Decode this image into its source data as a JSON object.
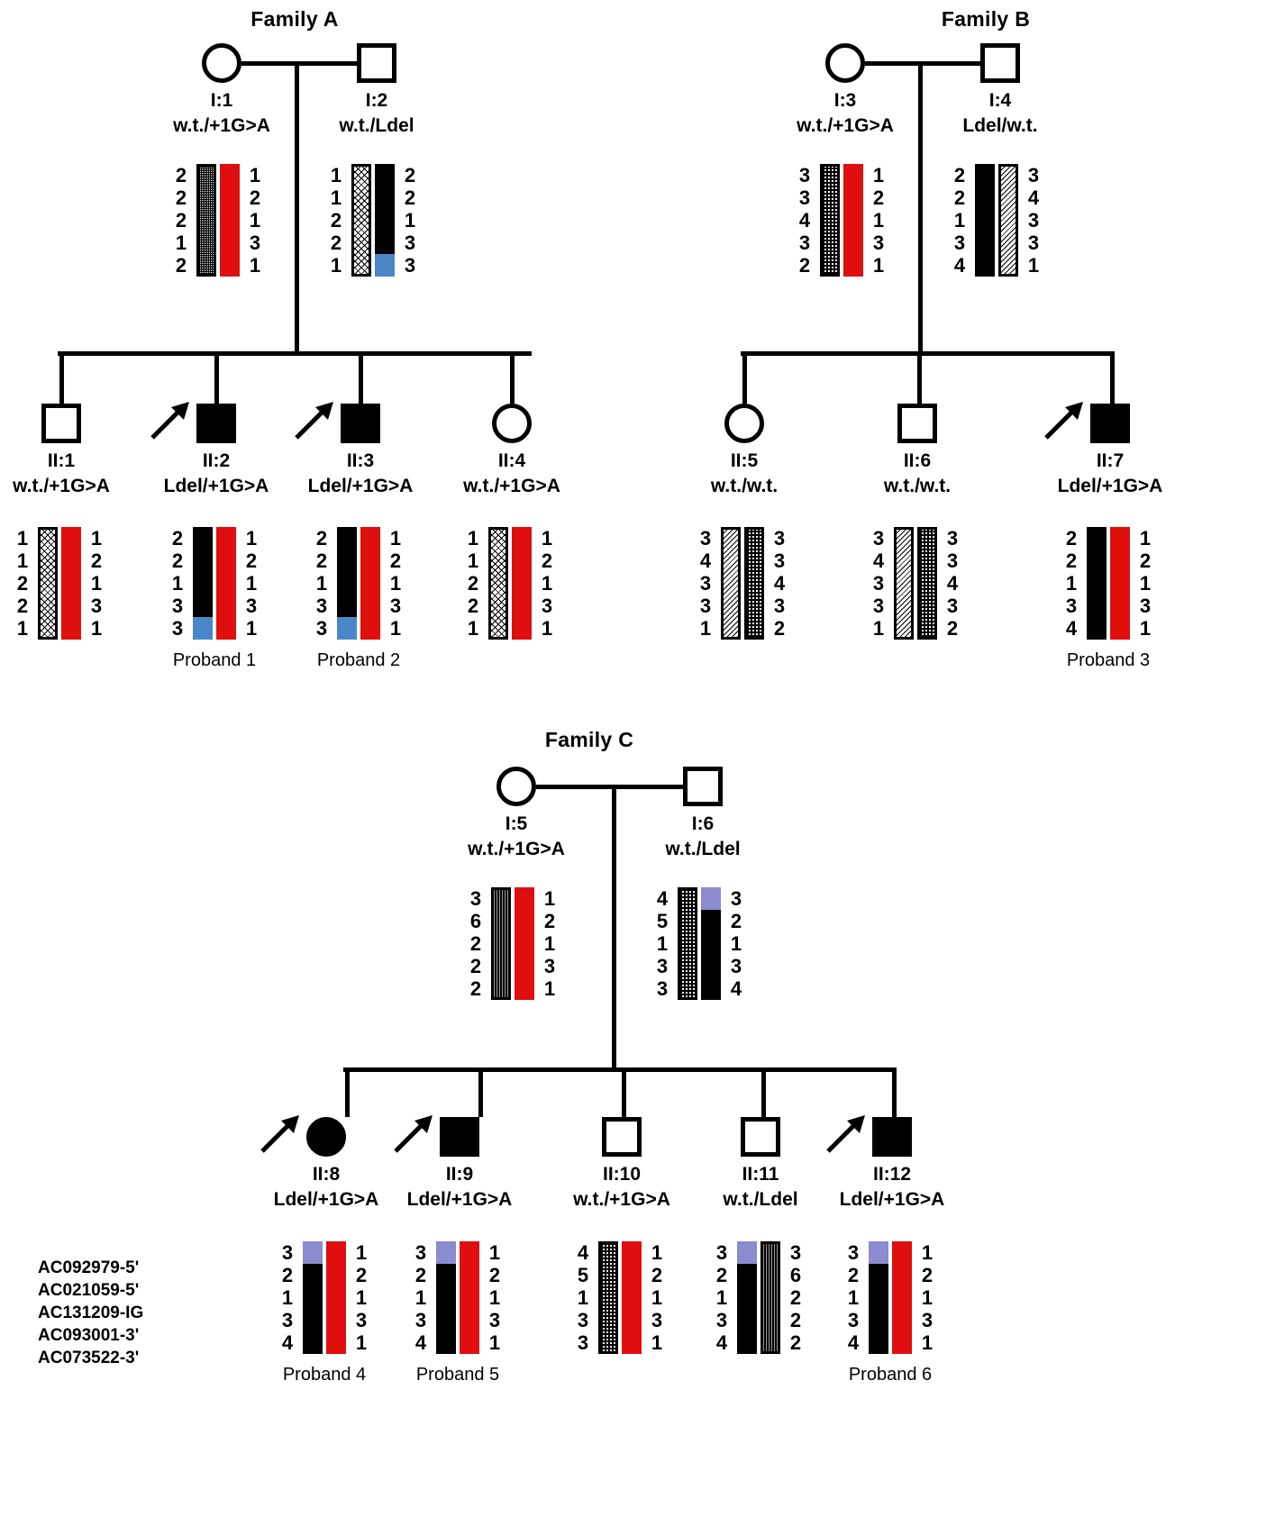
{
  "markers": [
    "AC092979-5'",
    "AC021059-5'",
    "AC131209-IG",
    "AC093001-3'",
    "AC073522-3'"
  ],
  "families": [
    {
      "title": "Family A",
      "generation1": [
        {
          "id": "I:1",
          "sex": "female",
          "affected": false,
          "genotype": "w.t./+1G>A",
          "left_alleles": [
            "2",
            "2",
            "2",
            "1",
            "2"
          ],
          "right_alleles": [
            "1",
            "2",
            "1",
            "3",
            "1"
          ],
          "left_bar": "dotted",
          "right_bar": "red"
        },
        {
          "id": "I:2",
          "sex": "male",
          "affected": false,
          "genotype": "w.t./Ldel",
          "left_alleles": [
            "1",
            "1",
            "2",
            "2",
            "1"
          ],
          "right_alleles": [
            "2",
            "2",
            "1",
            "3",
            "3"
          ],
          "left_bar": "cross",
          "right_bar": "black-blue-bottom1"
        }
      ],
      "generation2": [
        {
          "id": "II:1",
          "sex": "male",
          "affected": false,
          "proband": null,
          "genotype": "w.t./+1G>A",
          "left_alleles": [
            "1",
            "1",
            "2",
            "2",
            "1"
          ],
          "right_alleles": [
            "1",
            "2",
            "1",
            "3",
            "1"
          ],
          "left_bar": "cross",
          "right_bar": "red"
        },
        {
          "id": "II:2",
          "sex": "male",
          "affected": true,
          "proband": "Proband 1",
          "genotype": "Ldel/+1G>A",
          "left_alleles": [
            "2",
            "2",
            "1",
            "3",
            "3"
          ],
          "right_alleles": [
            "1",
            "2",
            "1",
            "3",
            "1"
          ],
          "left_bar": "black-blue-bottom1",
          "right_bar": "red"
        },
        {
          "id": "II:3",
          "sex": "male",
          "affected": true,
          "proband": "Proband 2",
          "genotype": "Ldel/+1G>A",
          "left_alleles": [
            "2",
            "2",
            "1",
            "3",
            "3"
          ],
          "right_alleles": [
            "1",
            "2",
            "1",
            "3",
            "1"
          ],
          "left_bar": "black-blue-bottom1",
          "right_bar": "red"
        },
        {
          "id": "II:4",
          "sex": "female",
          "affected": false,
          "proband": null,
          "genotype": "w.t./+1G>A",
          "left_alleles": [
            "1",
            "1",
            "2",
            "2",
            "1"
          ],
          "right_alleles": [
            "1",
            "2",
            "1",
            "3",
            "1"
          ],
          "left_bar": "cross",
          "right_bar": "red"
        }
      ]
    },
    {
      "title": "Family B",
      "generation1": [
        {
          "id": "I:3",
          "sex": "female",
          "affected": false,
          "genotype": "w.t./+1G>A",
          "left_alleles": [
            "3",
            "3",
            "4",
            "3",
            "2"
          ],
          "right_alleles": [
            "1",
            "2",
            "1",
            "3",
            "1"
          ],
          "left_bar": "check",
          "right_bar": "red"
        },
        {
          "id": "I:4",
          "sex": "male",
          "affected": false,
          "genotype": "Ldel/w.t.",
          "left_alleles": [
            "2",
            "2",
            "1",
            "3",
            "4"
          ],
          "right_alleles": [
            "3",
            "4",
            "3",
            "3",
            "1"
          ],
          "left_bar": "black",
          "right_bar": "diag"
        }
      ],
      "generation2": [
        {
          "id": "II:5",
          "sex": "female",
          "affected": false,
          "proband": null,
          "genotype": "w.t./w.t.",
          "left_alleles": [
            "3",
            "4",
            "3",
            "3",
            "1"
          ],
          "right_alleles": [
            "3",
            "3",
            "4",
            "3",
            "2"
          ],
          "left_bar": "diag",
          "right_bar": "check"
        },
        {
          "id": "II:6",
          "sex": "male",
          "affected": false,
          "proband": null,
          "genotype": "w.t./w.t.",
          "left_alleles": [
            "3",
            "4",
            "3",
            "3",
            "1"
          ],
          "right_alleles": [
            "3",
            "3",
            "4",
            "3",
            "2"
          ],
          "left_bar": "diag",
          "right_bar": "check"
        },
        {
          "id": "II:7",
          "sex": "male",
          "affected": true,
          "proband": "Proband 3",
          "genotype": "Ldel/+1G>A",
          "left_alleles": [
            "2",
            "2",
            "1",
            "3",
            "4"
          ],
          "right_alleles": [
            "1",
            "2",
            "1",
            "3",
            "1"
          ],
          "left_bar": "black",
          "right_bar": "red"
        }
      ]
    },
    {
      "title": "Family C",
      "generation1": [
        {
          "id": "I:5",
          "sex": "female",
          "affected": false,
          "genotype": "w.t./+1G>A",
          "left_alleles": [
            "3",
            "6",
            "2",
            "2",
            "2"
          ],
          "right_alleles": [
            "1",
            "2",
            "1",
            "3",
            "1"
          ],
          "left_bar": "vert",
          "right_bar": "red"
        },
        {
          "id": "I:6",
          "sex": "male",
          "affected": false,
          "genotype": "w.t./Ldel",
          "left_alleles": [
            "4",
            "5",
            "1",
            "3",
            "3"
          ],
          "right_alleles": [
            "3",
            "2",
            "1",
            "3",
            "4"
          ],
          "left_bar": "wave",
          "right_bar": "purple-top1-black"
        }
      ],
      "generation2": [
        {
          "id": "II:8",
          "sex": "female",
          "affected": true,
          "proband": "Proband 4",
          "genotype": "Ldel/+1G>A",
          "left_alleles": [
            "3",
            "2",
            "1",
            "3",
            "4"
          ],
          "right_alleles": [
            "1",
            "2",
            "1",
            "3",
            "1"
          ],
          "left_bar": "purple-top1-black",
          "right_bar": "red"
        },
        {
          "id": "II:9",
          "sex": "male",
          "affected": true,
          "proband": "Proband 5",
          "genotype": "Ldel/+1G>A",
          "left_alleles": [
            "3",
            "2",
            "1",
            "3",
            "4"
          ],
          "right_alleles": [
            "1",
            "2",
            "1",
            "3",
            "1"
          ],
          "left_bar": "purple-top1-black",
          "right_bar": "red"
        },
        {
          "id": "II:10",
          "sex": "male",
          "affected": false,
          "proband": null,
          "genotype": "w.t./+1G>A",
          "left_alleles": [
            "4",
            "5",
            "1",
            "3",
            "3"
          ],
          "right_alleles": [
            "1",
            "2",
            "1",
            "3",
            "1"
          ],
          "left_bar": "wave",
          "right_bar": "red"
        },
        {
          "id": "II:11",
          "sex": "male",
          "affected": false,
          "proband": null,
          "genotype": "w.t./Ldel",
          "left_alleles": [
            "3",
            "2",
            "1",
            "3",
            "4"
          ],
          "right_alleles": [
            "3",
            "6",
            "2",
            "2",
            "2"
          ],
          "left_bar": "purple-top1-black",
          "right_bar": "vert"
        },
        {
          "id": "II:12",
          "sex": "male",
          "affected": true,
          "proband": "Proband 6",
          "genotype": "Ldel/+1G>A",
          "left_alleles": [
            "3",
            "2",
            "1",
            "3",
            "4"
          ],
          "right_alleles": [
            "1",
            "2",
            "1",
            "3",
            "1"
          ],
          "left_bar": "purple-top1-black",
          "right_bar": "red"
        }
      ]
    }
  ],
  "colors": {
    "red": "#e00f0f",
    "blue": "#4a87c8",
    "purple": "#8b8bd0",
    "black": "#000000"
  }
}
